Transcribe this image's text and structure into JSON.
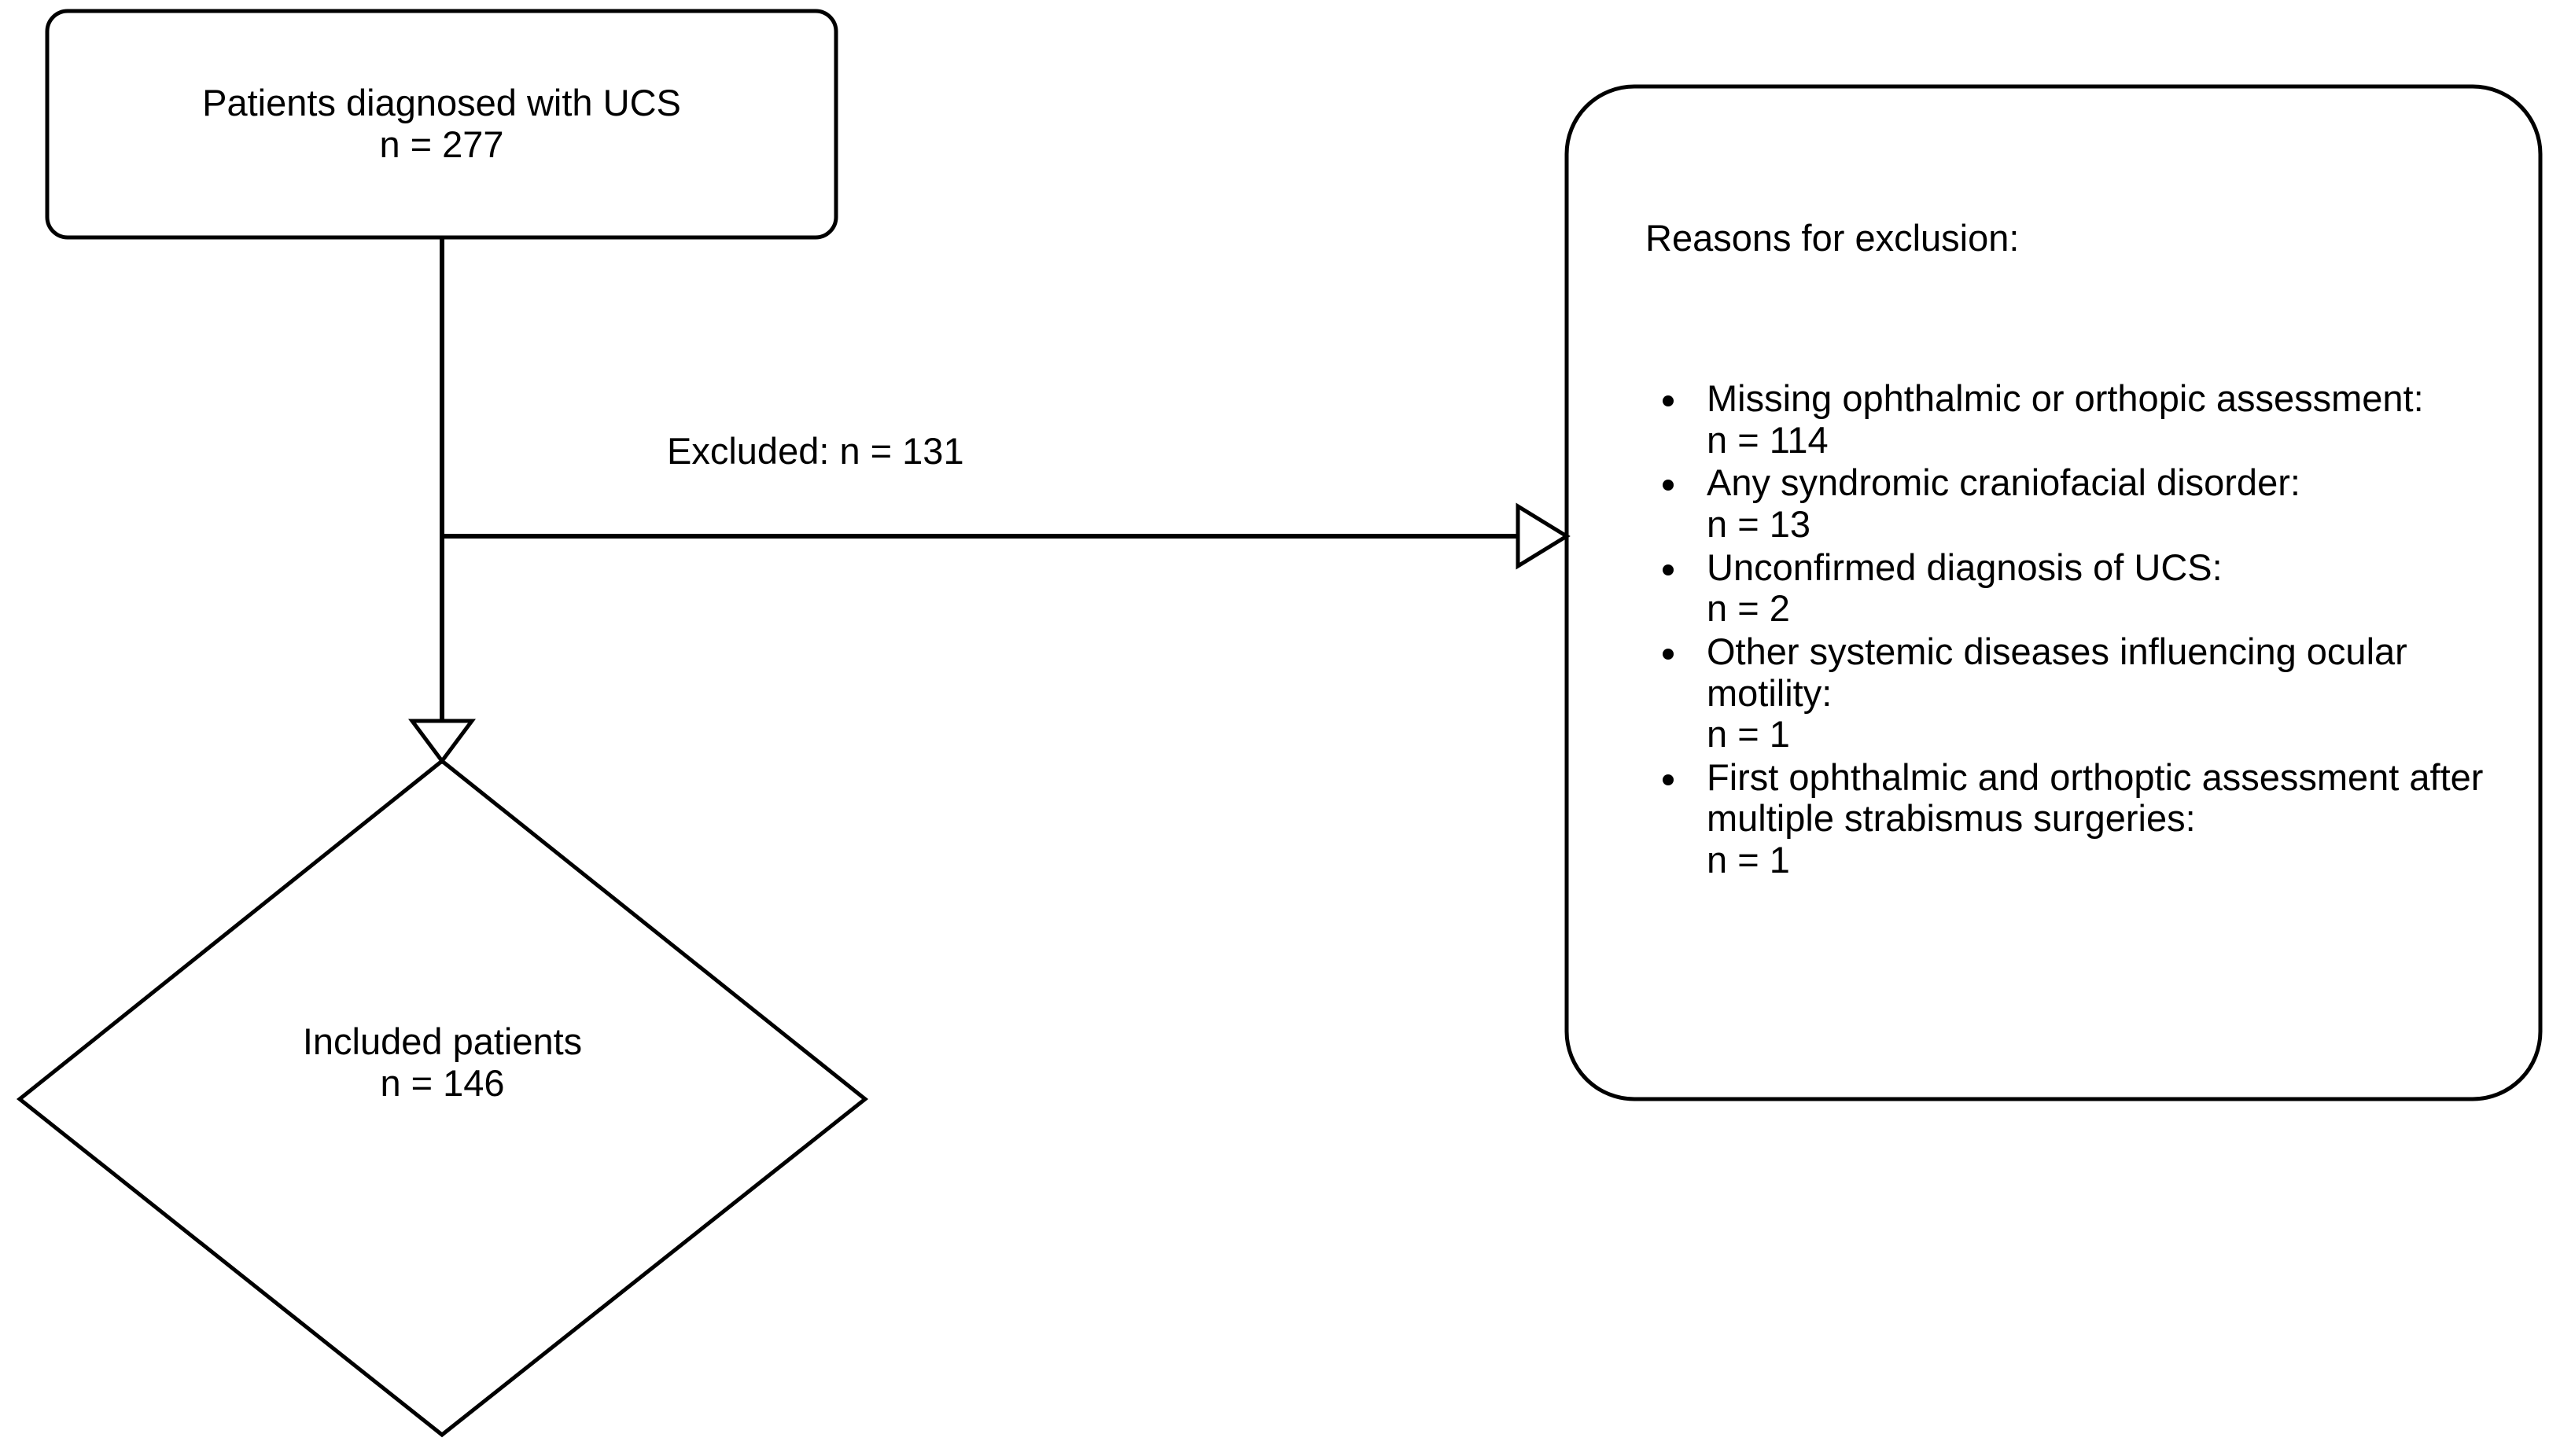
{
  "diagram": {
    "type": "flowchart",
    "title_visible": false,
    "colors": {
      "stroke": "#000000",
      "fill": "#ffffff",
      "text": "#000000"
    },
    "nodes": {
      "source_box": {
        "shape": "rounded-rectangle",
        "line1": "Patients diagnosed with UCS",
        "line2": "n = 277",
        "count": 277
      },
      "included_diamond": {
        "shape": "diamond",
        "line1": "Included patients",
        "line2": "n = 146",
        "count": 146
      },
      "exclusion_panel": {
        "shape": "rounded-rectangle",
        "heading": "Reasons for exclusion:",
        "items": [
          {
            "reason": "Missing ophthalmic or orthopic assessment:",
            "count": "n = 114"
          },
          {
            "reason": "Any syndromic craniofacial disorder:",
            "count": "n = 13"
          },
          {
            "reason": "Unconfirmed diagnosis of UCS:",
            "count": "n = 2"
          },
          {
            "reason": "Other systemic diseases influencing ocular motility:",
            "count": "n = 1"
          },
          {
            "reason": "First ophthalmic and orthoptic assessment after multiple strabismus surgeries:",
            "count": "n = 1"
          }
        ]
      }
    },
    "edges": {
      "excluded_edge": {
        "label": "Excluded: n = 131",
        "count": 131,
        "arrowhead": "hollow-triangle-right"
      },
      "included_edge": {
        "label": "",
        "arrowhead": "hollow-triangle-down"
      }
    }
  }
}
